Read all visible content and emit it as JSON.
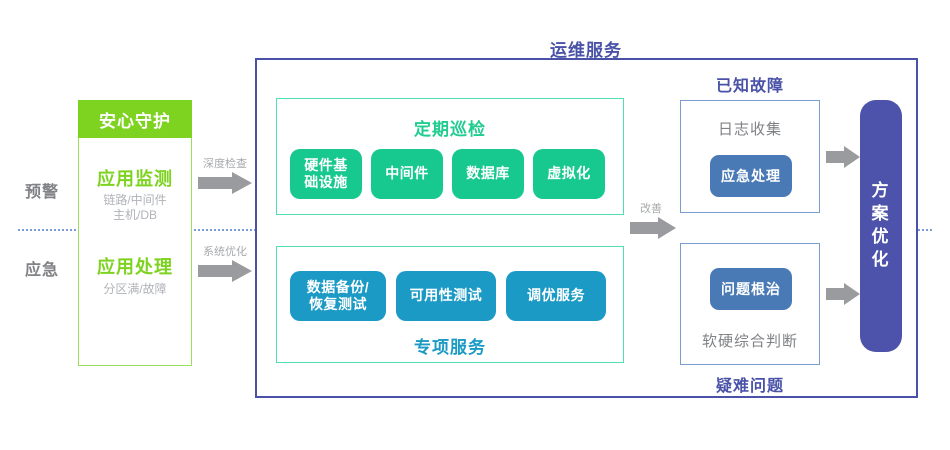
{
  "diagram": {
    "title": "运维服务",
    "stages": [
      {
        "id": "warning",
        "label": "预警"
      },
      {
        "id": "emergency",
        "label": "应急"
      }
    ],
    "left_column": {
      "header": "安心守护",
      "blocks": [
        {
          "title": "应用监测",
          "sub_line1": "链路/中间件",
          "sub_line2": "主机/DB"
        },
        {
          "title": "应用处理",
          "sub_line1": "分区满/故障",
          "sub_line2": ""
        }
      ]
    },
    "connector_arrows": [
      {
        "id": "deep-check",
        "label": "深度检查"
      },
      {
        "id": "sys-optimize",
        "label": "系统优化"
      },
      {
        "id": "improve",
        "label": "改善"
      }
    ],
    "panels": [
      {
        "id": "inspection",
        "title": "定期巡检",
        "title_position": "top",
        "accent": "#17c98e",
        "items": [
          {
            "line1": "硬件基",
            "line2": "础设施"
          },
          {
            "line1": "中间件",
            "line2": ""
          },
          {
            "line1": "数据库",
            "line2": ""
          },
          {
            "line1": "虚拟化",
            "line2": ""
          }
        ]
      },
      {
        "id": "special-service",
        "title": "专项服务",
        "title_position": "bottom",
        "accent": "#1a9ac4",
        "items": [
          {
            "line1": "数据备份/",
            "line2": "恢复测试"
          },
          {
            "line1": "可用性测试",
            "line2": ""
          },
          {
            "line1": "调优服务",
            "line2": ""
          }
        ]
      }
    ],
    "fault_groups": [
      {
        "id": "known-fault",
        "heading": "已知故障",
        "heading_position": "top",
        "caption": "日志收集",
        "caption_position": "top",
        "action": "应急处理"
      },
      {
        "id": "hard-problem",
        "heading": "疑难问题",
        "heading_position": "bottom",
        "caption": "软硬综合判断",
        "caption_position": "bottom",
        "action": "问题根治"
      }
    ],
    "result": {
      "line1": "方",
      "line2": "案",
      "line3": "优",
      "line4": "化"
    },
    "colors": {
      "green": "#7ed321",
      "teal": "#17c98e",
      "blue": "#1a9ac4",
      "purple": "#4a52a8",
      "steel": "#4a7ab5",
      "grey": "#a7a9ac"
    }
  }
}
